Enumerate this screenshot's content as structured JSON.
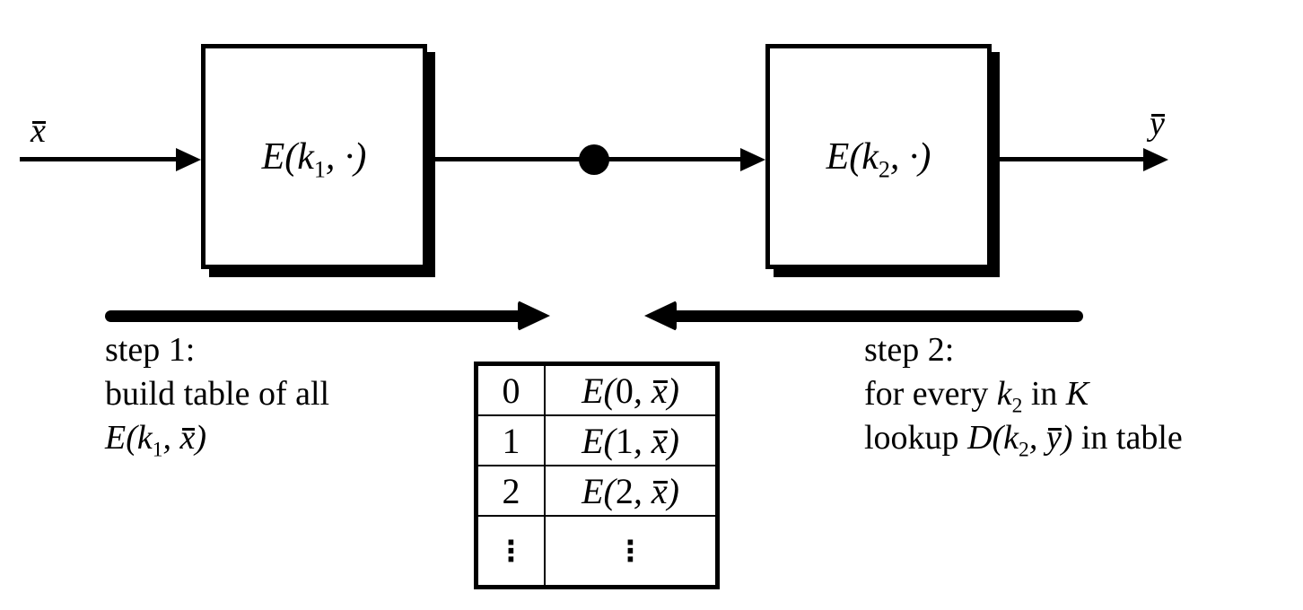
{
  "colors": {
    "ink": "#000000",
    "background": "#ffffff"
  },
  "labels": {
    "input_bar": "x",
    "output_bar": "y"
  },
  "boxes": {
    "box1": {
      "pre": "E(k",
      "sub": "1",
      "post": ", ·)"
    },
    "box2": {
      "pre": "E(k",
      "sub": "2",
      "post": ", ·)"
    }
  },
  "step1": {
    "title": "step 1:",
    "line2": "build table of all",
    "formula": {
      "fn": "E(k",
      "sub": "1",
      "comma": ", ",
      "bar": "x",
      "close": ")"
    }
  },
  "step2": {
    "title": "step 2:",
    "line2": {
      "pre": "for every ",
      "var": "k",
      "sub": "2",
      "mid": " in ",
      "keyspace": "K"
    },
    "line3": {
      "pre": "lookup ",
      "fn": "D(k",
      "sub": "2",
      "comma": ", ",
      "bar": "y",
      "close": ")",
      "post": " in table"
    }
  },
  "table": {
    "rows": [
      {
        "key": "0",
        "fn": "E(",
        "arg": "0",
        "comma": ", ",
        "bar": "x",
        "close": ")"
      },
      {
        "key": "1",
        "fn": "E(",
        "arg": "1",
        "comma": ", ",
        "bar": "x",
        "close": ")"
      },
      {
        "key": "2",
        "fn": "E(",
        "arg": "2",
        "comma": ", ",
        "bar": "x",
        "close": ")"
      },
      {
        "key": "⋮",
        "value": "⋮"
      }
    ]
  }
}
